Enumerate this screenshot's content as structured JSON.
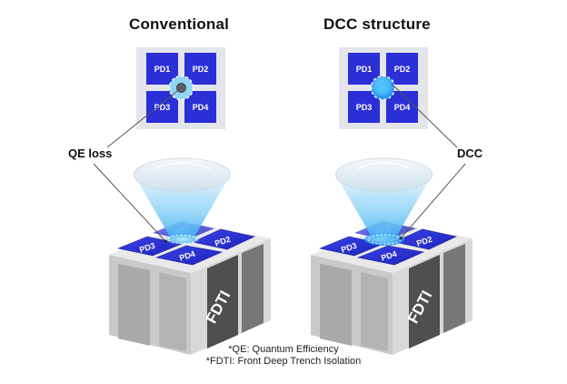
{
  "panels": [
    {
      "title": "Conventional",
      "callout": "QE loss",
      "pixels": [
        "PD1",
        "PD2",
        "PD3",
        "PD4"
      ],
      "isolation_label": "FDTI",
      "center_type": "gap"
    },
    {
      "title": "DCC structure",
      "callout": "DCC",
      "pixels": [
        "PD1",
        "PD2",
        "PD3",
        "PD4"
      ],
      "isolation_label": "FDTI",
      "center_type": "dcc"
    }
  ],
  "footnotes": [
    "*QE: Quantum Efficiency",
    "*FDTI: Front Deep Trench Isolation"
  ],
  "colors": {
    "pd_blue": "#2a2fd6",
    "grid_gray": "#e4e5ea",
    "dcc_blue": "#2aa8f5",
    "gap_gray": "#555a60",
    "block_gray": "#bdbdbd",
    "block_dark": "#5a5a5a"
  }
}
